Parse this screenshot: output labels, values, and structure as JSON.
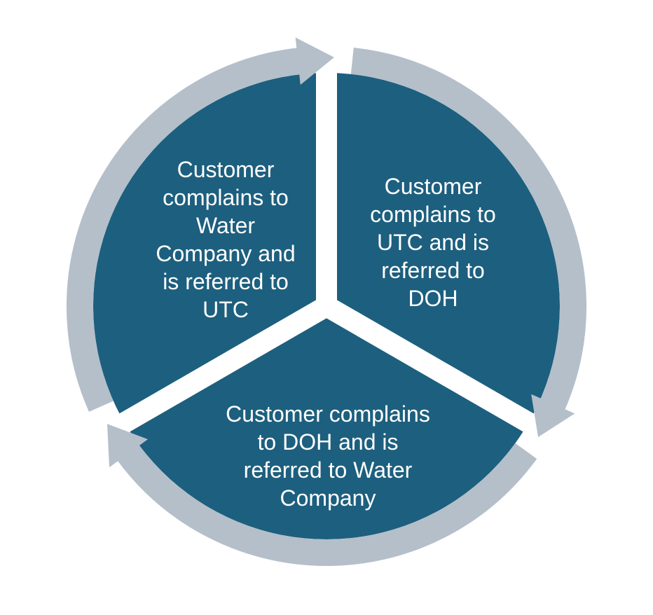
{
  "colors": {
    "segment": "#1d5f7e",
    "ring": "#b4bfca",
    "gap": "#ffffff",
    "label_text": "#ffffff",
    "background": "#ffffff"
  },
  "diagram": {
    "type": "cycle",
    "direction": "clockwise",
    "segments": [
      {
        "position": "left",
        "label": "Customer\ncomplains to\nWater\nCompany and\nis referred to\nUTC"
      },
      {
        "position": "right",
        "label": "Customer\ncomplains to\nUTC and is\nreferred to\nDOH"
      },
      {
        "position": "bottom",
        "label": "Customer complains\nto DOH and is\nreferred to Water\nCompany"
      }
    ]
  }
}
